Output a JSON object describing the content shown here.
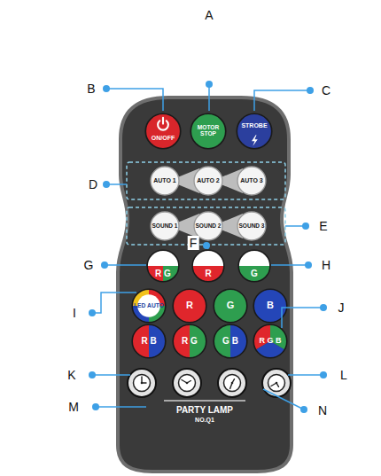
{
  "diagram": {
    "nodes": [
      {
        "text": [
          "PARTY LAMP",
          "NO.Q1"
        ]
      },
      {
        "text": [
          "ON/OFF"
        ],
        "in": 0
      },
      {
        "text": [
          "MOTOR STOP"
        ],
        "in": 0
      },
      {
        "text": [
          "STROBE"
        ],
        "in": 0
      },
      {
        "text": [
          "AUTO 1"
        ],
        "in": 0
      },
      {
        "text": [
          "AUTO 2"
        ],
        "in": 0
      },
      {
        "text": [
          "AUTO 3"
        ],
        "in": 0
      },
      {
        "text": [
          "SOUND 1"
        ],
        "in": 0
      },
      {
        "text": [
          "SOUND 2"
        ],
        "in": 0
      },
      {
        "text": [
          "SOUND 3"
        ],
        "in": 0
      },
      {
        "text": [
          "R G"
        ],
        "in": 0
      },
      {
        "text": [
          "R"
        ],
        "in": 0
      },
      {
        "text": [
          "G"
        ],
        "in": 0
      },
      {
        "text": [
          "LED AUTO"
        ],
        "in": 0
      },
      {
        "text": [
          "R"
        ],
        "in": 0
      },
      {
        "text": [
          "G"
        ],
        "in": 0
      },
      {
        "text": [
          "B"
        ],
        "in": 0
      },
      {
        "text": [
          "R B"
        ],
        "in": 0
      },
      {
        "text": [
          "R G"
        ],
        "in": 0
      },
      {
        "text": [
          "G B"
        ],
        "in": 0
      },
      {
        "text": [
          "R G B"
        ],
        "in": 0
      }
    ],
    "labels": [
      "A",
      "B",
      "C",
      "D",
      "E",
      "F",
      "G",
      "H",
      "I",
      "J",
      "K",
      "L",
      "M",
      "N"
    ]
  }
}
